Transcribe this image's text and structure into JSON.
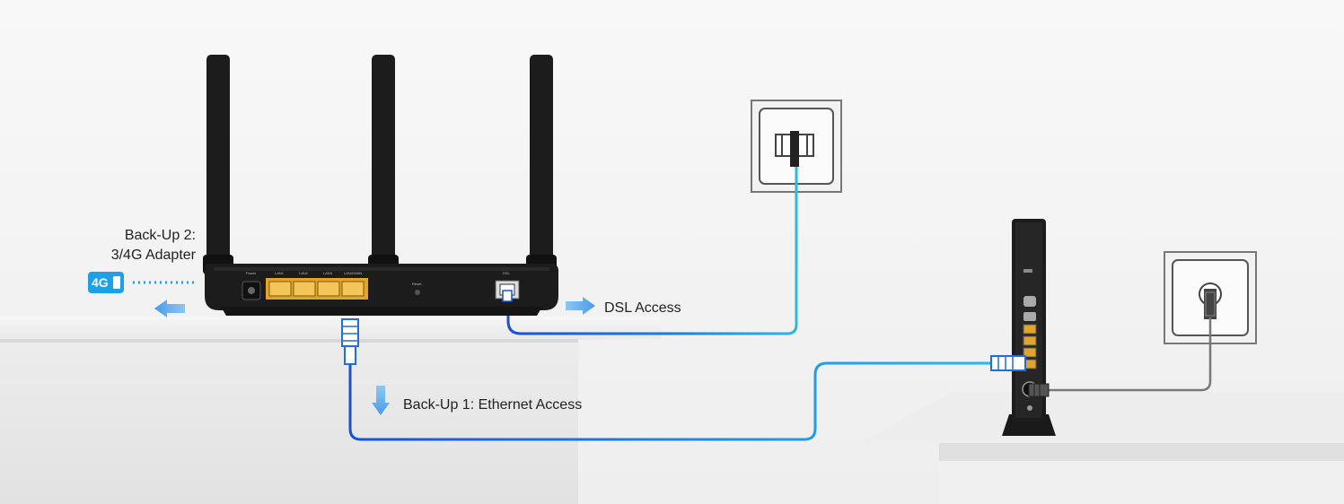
{
  "labels": {
    "backup2_line1": "Back-Up 2:",
    "backup2_line2": "3/4G Adapter",
    "adapter_badge": "4G",
    "dsl_access": "DSL Access",
    "backup1": "Back-Up 1: Ethernet Access"
  },
  "router_port_labels": [
    "Power",
    "LAN1",
    "LAN2",
    "LAN3",
    "LAN4/WAN",
    "Reset",
    "DSL"
  ],
  "colors": {
    "cable_dark_blue": "#1a4fd8",
    "cable_light_blue": "#29b8ea",
    "arrow_blue": "#5aa9ee",
    "router_body": "#1c1c1c",
    "port_yellow": "#e0a52a",
    "wall_plate": "#f2f2f2",
    "gray_cable": "#777777",
    "badge": "#1ea0e9"
  },
  "icons": {
    "left_arrow": "arrow-left-icon",
    "right_arrow": "arrow-right-icon",
    "down_arrow": "arrow-down-icon"
  }
}
